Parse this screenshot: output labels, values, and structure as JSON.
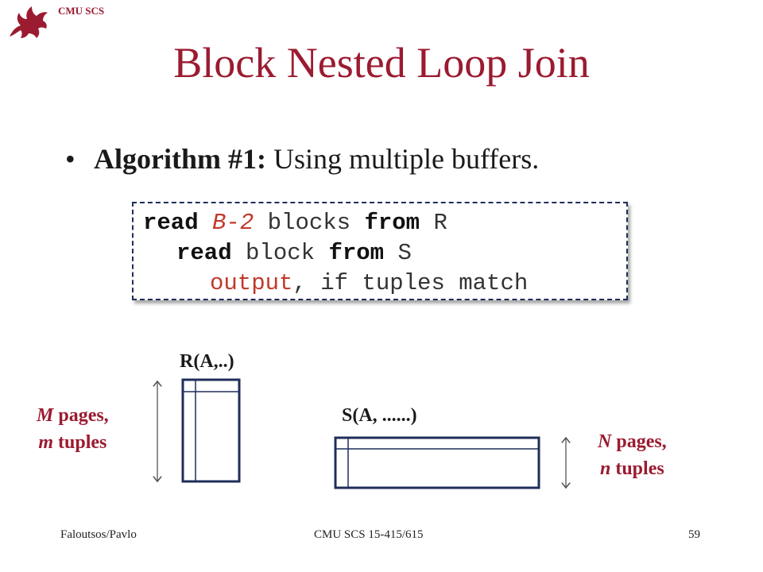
{
  "header": {
    "org": "CMU SCS",
    "logo_icon": "dragon-logo-icon"
  },
  "title": "Block Nested Loop Join",
  "bullet": {
    "bold_part": "Algorithm #1:",
    "text_part": " Using multiple buffers."
  },
  "code": {
    "line1": {
      "kw1": "read ",
      "var": "B-2",
      "rest1": " blocks ",
      "kw2": "from",
      "rest2": " R"
    },
    "line2": {
      "kw1": "read",
      "rest1": " block ",
      "kw2": "from",
      "rest2": " S"
    },
    "line3": {
      "red": "output",
      "rest": ", if tuples match"
    }
  },
  "diagram": {
    "r_label": "R(A,..)",
    "s_label": "S(A, ......)",
    "m_label": {
      "var": "M",
      "line1_rest": " pages,",
      "var2": "m",
      "line2_rest": " tuples"
    },
    "n_label": {
      "var": "N",
      "line1_rest": " pages,",
      "var2": "n",
      "line2_rest": " tuples"
    }
  },
  "footer": {
    "left": "Faloutsos/Pavlo",
    "center": "CMU SCS 15-415/615",
    "page": "59"
  },
  "colors": {
    "accent": "#9b1b30",
    "code_red": "#c0392b",
    "box_border": "#1f2e5a",
    "table_outline": "#1f2e5a"
  }
}
